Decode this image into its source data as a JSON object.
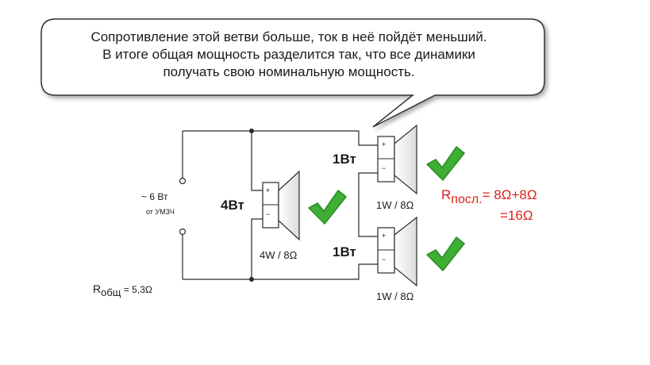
{
  "callout": {
    "line1": "Сопротивление этой ветви больше, ток в неё пойдёт меньший.",
    "line2": "В итоге общая мощность разделится так, что все динамики",
    "line3": "получать свою номинальную мощность."
  },
  "source": {
    "power": "~ 6 Вт",
    "from": "от УМЗЧ"
  },
  "total_resistance": {
    "symbol": "R",
    "subscript": "общ",
    "value": "= 5,3Ω"
  },
  "speakers": [
    {
      "power_label": "4Вт",
      "rating": "4W / 8Ω",
      "plus": "+",
      "minus": "−"
    },
    {
      "power_label": "1Вт",
      "rating": "1W / 8Ω",
      "plus": "+",
      "minus": "−"
    },
    {
      "power_label": "1Вт",
      "rating": "1W / 8Ω",
      "plus": "+",
      "minus": "−"
    }
  ],
  "series_resistance": {
    "symbol": "R",
    "subscript": "посл.",
    "formula": "= 8Ω+8Ω",
    "result": "=16Ω"
  },
  "colors": {
    "line": "#2a2a2a",
    "check": "#3fae34",
    "check_dark": "#2b8a25",
    "accent_red": "#e0211b"
  }
}
